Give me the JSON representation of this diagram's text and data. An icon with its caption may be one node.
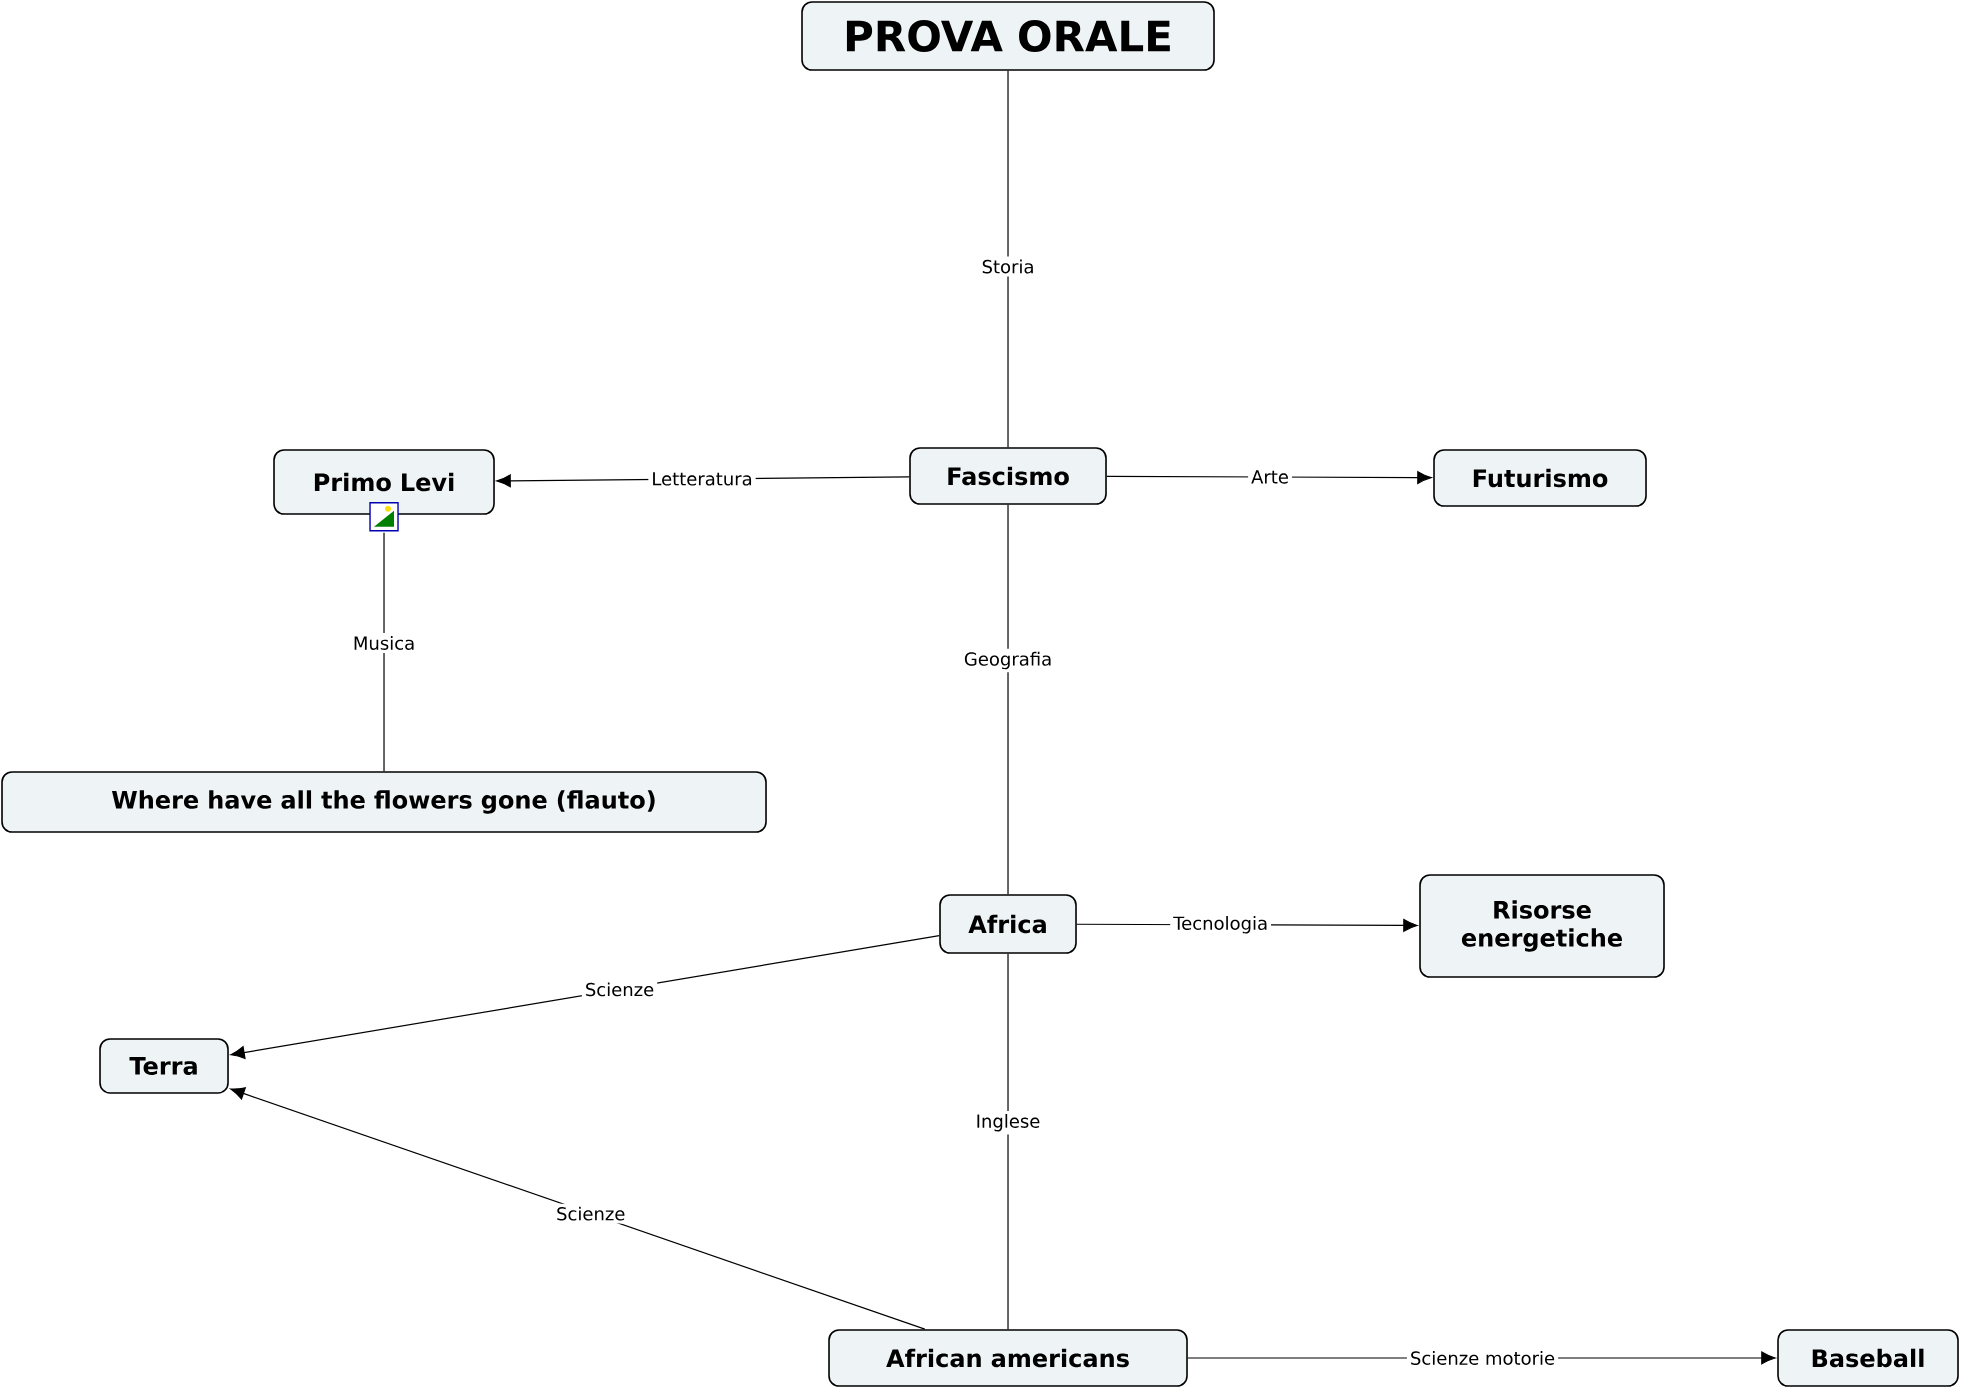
{
  "diagram": {
    "nodes": [
      {
        "text": [
          "PROVA ORALE"
        ]
      },
      {
        "text": [
          "Fascismo"
        ]
      },
      {
        "text": [
          "Primo Levi"
        ]
      },
      {
        "text": [
          "Futurismo"
        ]
      },
      {
        "text": [
          "Where have all the flowers gone (flauto)"
        ]
      },
      {
        "text": [
          "Africa"
        ]
      },
      {
        "text": [
          "Risorse energetiche"
        ]
      },
      {
        "text": [
          "Terra"
        ]
      },
      {
        "text": [
          "African americans"
        ]
      },
      {
        "text": [
          "Baseball"
        ]
      }
    ],
    "edges": [
      {
        "from": 0,
        "to": 1,
        "arrow": "none",
        "label": "Storia"
      },
      {
        "from": 1,
        "to": 2,
        "arrow": "to",
        "label": "Letteratura"
      },
      {
        "from": 1,
        "to": 3,
        "arrow": "to",
        "label": "Arte"
      },
      {
        "from": 2,
        "to": 4,
        "arrow": "none",
        "label": "Musica"
      },
      {
        "from": 1,
        "to": 5,
        "arrow": "none",
        "label": "Geografia"
      },
      {
        "from": 5,
        "to": 6,
        "arrow": "to",
        "label": "Tecnologia"
      },
      {
        "from": 5,
        "to": 7,
        "arrow": "to",
        "label": "Scienze"
      },
      {
        "from": 8,
        "to": 7,
        "arrow": "to",
        "label": "Scienze"
      },
      {
        "from": 5,
        "to": 8,
        "arrow": "none",
        "label": "Inglese"
      },
      {
        "from": 8,
        "to": 9,
        "arrow": "to",
        "label": "Scienze motorie"
      }
    ]
  }
}
